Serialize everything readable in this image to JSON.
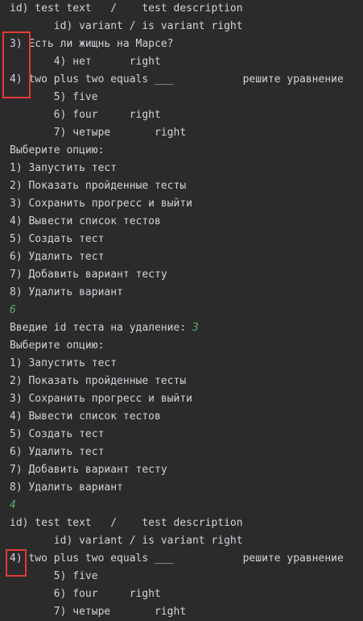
{
  "console": {
    "lines": [
      "id) test text   /    test description",
      "       id) variant / is variant right",
      "3) Есть ли жищнь на Марсе?",
      "       4) нет      right",
      "4) two plus two equals ___           решите уравнение",
      "       5) five",
      "       6) four     right",
      "       7) четыре       right",
      "Выберите опцию:",
      "1) Запустить тест",
      "2) Показать пройденные тесты",
      "3) Сохранить прогресс и выйти",
      "4) Вывести список тестов",
      "5) Создать тест",
      "6) Удалить тест",
      "7) Добавить вариант тесту",
      "8) Удалить вариант",
      "6",
      "Введие id теста на удаление: ",
      "Выберите опцию:",
      "1) Запустить тест",
      "2) Показать пройденные тесты",
      "3) Сохранить прогресс и выйти",
      "4) Вывести список тестов",
      "5) Создать тест",
      "6) Удалить тест",
      "7) Добавить вариант тесту",
      "8) Удалить вариант",
      "4",
      "id) test text   /    test description",
      "       id) variant / is variant right",
      "4) two plus two equals ___           решите уравнение",
      "       5) five",
      "       6) four     right",
      "       7) четыре       right"
    ],
    "delete_prompt_input": "3"
  },
  "colors": {
    "background": "#2b2b2b",
    "text": "#cfd3d9",
    "user_input": "#5faa6e",
    "highlight": "#e53935"
  }
}
